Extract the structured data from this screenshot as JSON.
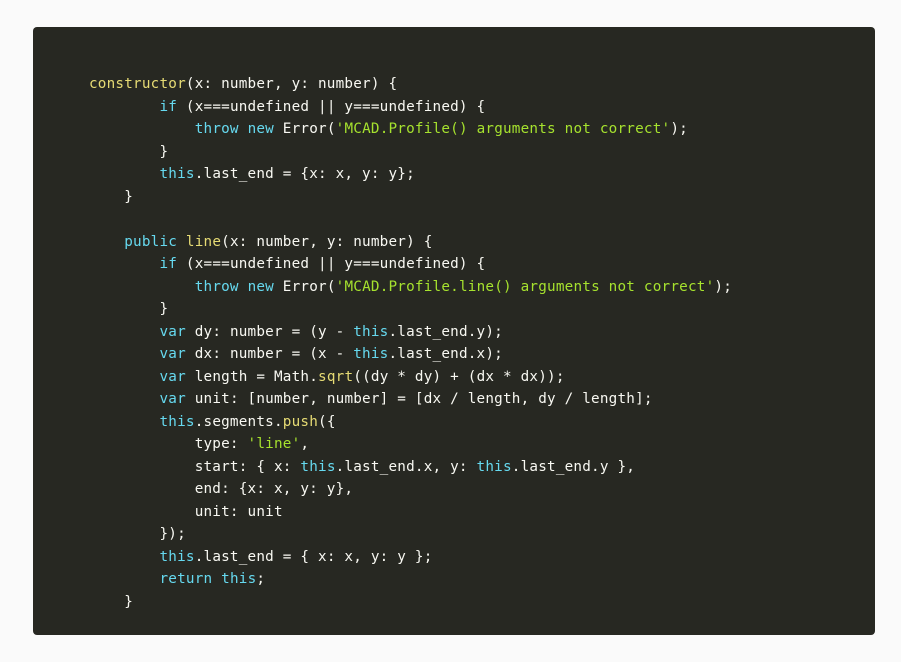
{
  "code_block": {
    "language": "typescript",
    "colors": {
      "background": "#272822",
      "plain": "#f8f8f2",
      "keyword": "#66d9ef",
      "string": "#a6e22e",
      "function": "#e6db74"
    },
    "lines": [
      [
        {
          "t": "fn",
          "v": "constructor"
        },
        {
          "t": "pl",
          "v": "(x: number, y: number) {"
        }
      ],
      [
        {
          "t": "pl",
          "v": "        "
        },
        {
          "t": "kw",
          "v": "if"
        },
        {
          "t": "pl",
          "v": " (x===undefined || y===undefined) {"
        }
      ],
      [
        {
          "t": "pl",
          "v": "            "
        },
        {
          "t": "kw",
          "v": "throw"
        },
        {
          "t": "pl",
          "v": " "
        },
        {
          "t": "kw",
          "v": "new"
        },
        {
          "t": "pl",
          "v": " Error("
        },
        {
          "t": "str",
          "v": "'MCAD.Profile() arguments not correct'"
        },
        {
          "t": "pl",
          "v": ");"
        }
      ],
      [
        {
          "t": "pl",
          "v": "        }"
        }
      ],
      [
        {
          "t": "pl",
          "v": "        "
        },
        {
          "t": "kw",
          "v": "this"
        },
        {
          "t": "pl",
          "v": ".last_end = {x: x, y: y};"
        }
      ],
      [
        {
          "t": "pl",
          "v": "    }"
        }
      ],
      [
        {
          "t": "pl",
          "v": ""
        }
      ],
      [
        {
          "t": "pl",
          "v": "    "
        },
        {
          "t": "kw",
          "v": "public"
        },
        {
          "t": "pl",
          "v": " "
        },
        {
          "t": "fn",
          "v": "line"
        },
        {
          "t": "pl",
          "v": "(x: number, y: number) {"
        }
      ],
      [
        {
          "t": "pl",
          "v": "        "
        },
        {
          "t": "kw",
          "v": "if"
        },
        {
          "t": "pl",
          "v": " (x===undefined || y===undefined) {"
        }
      ],
      [
        {
          "t": "pl",
          "v": "            "
        },
        {
          "t": "kw",
          "v": "throw"
        },
        {
          "t": "pl",
          "v": " "
        },
        {
          "t": "kw",
          "v": "new"
        },
        {
          "t": "pl",
          "v": " Error("
        },
        {
          "t": "str",
          "v": "'MCAD.Profile.line() arguments not correct'"
        },
        {
          "t": "pl",
          "v": ");"
        }
      ],
      [
        {
          "t": "pl",
          "v": "        }"
        }
      ],
      [
        {
          "t": "pl",
          "v": "        "
        },
        {
          "t": "kw",
          "v": "var"
        },
        {
          "t": "pl",
          "v": " dy: number = (y - "
        },
        {
          "t": "kw",
          "v": "this"
        },
        {
          "t": "pl",
          "v": ".last_end.y);"
        }
      ],
      [
        {
          "t": "pl",
          "v": "        "
        },
        {
          "t": "kw",
          "v": "var"
        },
        {
          "t": "pl",
          "v": " dx: number = (x - "
        },
        {
          "t": "kw",
          "v": "this"
        },
        {
          "t": "pl",
          "v": ".last_end.x);"
        }
      ],
      [
        {
          "t": "pl",
          "v": "        "
        },
        {
          "t": "kw",
          "v": "var"
        },
        {
          "t": "pl",
          "v": " length = Math."
        },
        {
          "t": "fn",
          "v": "sqrt"
        },
        {
          "t": "pl",
          "v": "((dy * dy) + (dx * dx));"
        }
      ],
      [
        {
          "t": "pl",
          "v": "        "
        },
        {
          "t": "kw",
          "v": "var"
        },
        {
          "t": "pl",
          "v": " unit: [number, number] = [dx / length, dy / length];"
        }
      ],
      [
        {
          "t": "pl",
          "v": "        "
        },
        {
          "t": "kw",
          "v": "this"
        },
        {
          "t": "pl",
          "v": ".segments."
        },
        {
          "t": "fn",
          "v": "push"
        },
        {
          "t": "pl",
          "v": "({"
        }
      ],
      [
        {
          "t": "pl",
          "v": "            type: "
        },
        {
          "t": "str",
          "v": "'line'"
        },
        {
          "t": "pl",
          "v": ","
        }
      ],
      [
        {
          "t": "pl",
          "v": "            start: { x: "
        },
        {
          "t": "kw",
          "v": "this"
        },
        {
          "t": "pl",
          "v": ".last_end.x, y: "
        },
        {
          "t": "kw",
          "v": "this"
        },
        {
          "t": "pl",
          "v": ".last_end.y },"
        }
      ],
      [
        {
          "t": "pl",
          "v": "            end: {x: x, y: y},"
        }
      ],
      [
        {
          "t": "pl",
          "v": "            unit: unit"
        }
      ],
      [
        {
          "t": "pl",
          "v": "        });"
        }
      ],
      [
        {
          "t": "pl",
          "v": "        "
        },
        {
          "t": "kw",
          "v": "this"
        },
        {
          "t": "pl",
          "v": ".last_end = { x: x, y: y };"
        }
      ],
      [
        {
          "t": "pl",
          "v": "        "
        },
        {
          "t": "kw",
          "v": "return"
        },
        {
          "t": "pl",
          "v": " "
        },
        {
          "t": "kw",
          "v": "this"
        },
        {
          "t": "pl",
          "v": ";"
        }
      ],
      [
        {
          "t": "pl",
          "v": "    }"
        }
      ]
    ]
  }
}
